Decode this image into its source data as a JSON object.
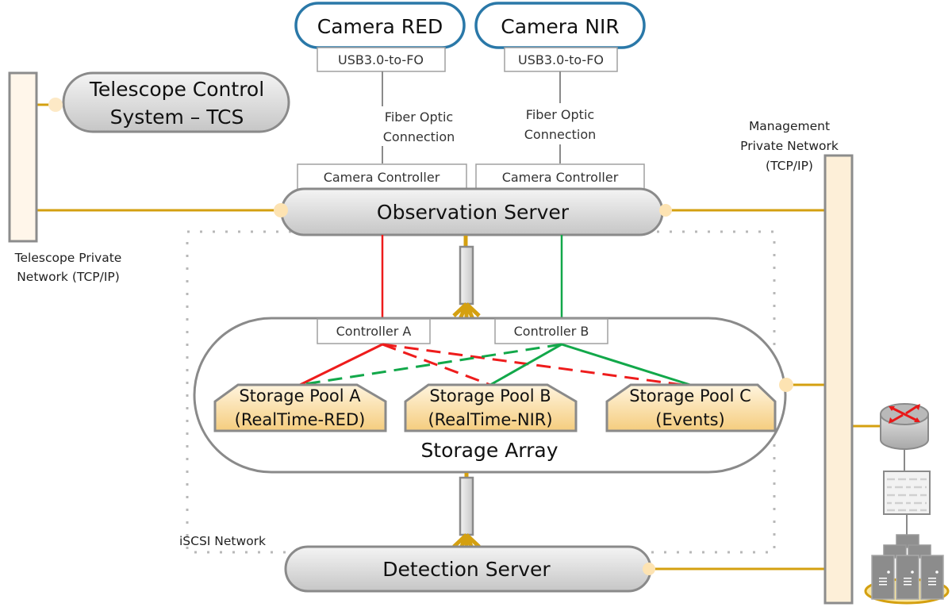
{
  "colors": {
    "network_line": "#d4a010",
    "red_path": "#ee1c1c",
    "green_path": "#12a84a",
    "camera_border": "#2a78a8",
    "server_border": "#8a8a8a",
    "pool_fill_top": "#fff3dc",
    "pool_fill_bottom": "#f6cf82",
    "bus_fill": "#fdf1dd"
  },
  "cameras": [
    {
      "label": "Camera RED",
      "converter": "USB3.0-to-FO",
      "link": [
        "Fiber Optic",
        "Connection"
      ],
      "controller": "Camera Controller"
    },
    {
      "label": "Camera NIR",
      "converter": "USB3.0-to-FO",
      "link": [
        "Fiber Optic",
        "Connection"
      ],
      "controller": "Camera Controller"
    }
  ],
  "tcs": {
    "line1": "Telescope Control",
    "line2": "System – TCS"
  },
  "telescope_network": {
    "line1": "Telescope Private",
    "line2": "Network (TCP/IP)"
  },
  "management_network": {
    "line1": "Management",
    "line2": "Private Network",
    "line3": "(TCP/IP)"
  },
  "observation_server": {
    "label": "Observation Server"
  },
  "detection_server": {
    "label": "Detection Server"
  },
  "iscsi": {
    "label": "iSCSI Network"
  },
  "storage_array": {
    "label": "Storage Array",
    "controllers": [
      "Controller A",
      "Controller B"
    ],
    "pools": [
      {
        "line1": "Storage Pool A",
        "line2": "(RealTime-RED)"
      },
      {
        "line1": "Storage Pool B",
        "line2": "(RealTime-NIR)"
      },
      {
        "line1": "Storage Pool C",
        "line2": "(Events)"
      }
    ]
  },
  "devices": {
    "router": "router-icon",
    "firewall": "firewall-icon",
    "servers": "server-cluster-icon"
  }
}
